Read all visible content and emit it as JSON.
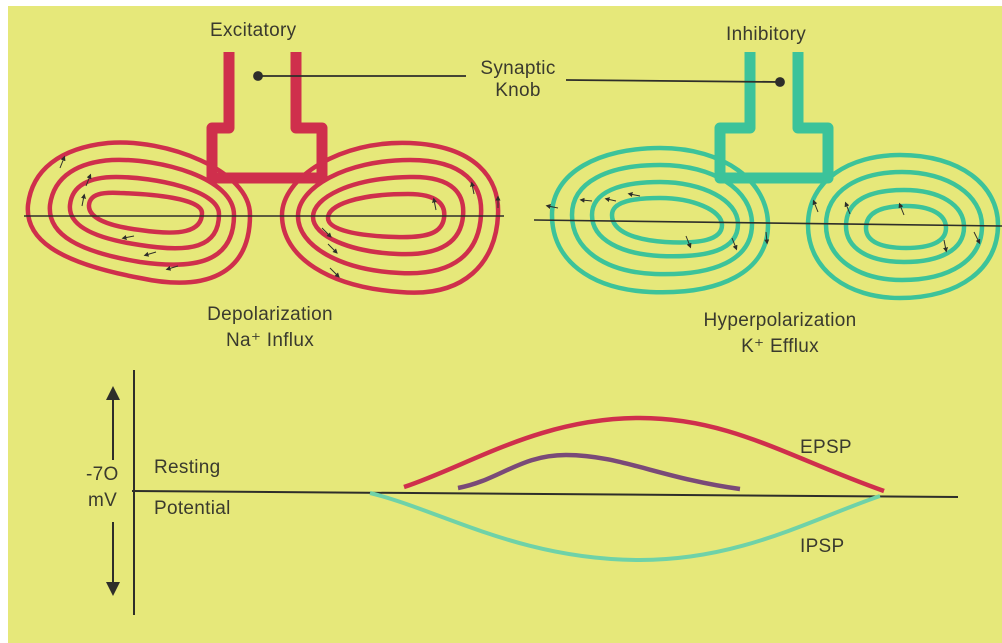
{
  "labels": {
    "excitatory": "Excitatory",
    "inhibitory": "Inhibitory",
    "synaptic": "Synaptic",
    "knob": "Knob",
    "depolarization": "Depolarization",
    "na_influx": "Na⁺ Influx",
    "hyperpolarization": "Hyperpolarization",
    "k_efflux": "K⁺ Efflux",
    "minus70": "-7O",
    "mv": "mV",
    "resting": "Resting",
    "potential": "Potential",
    "epsp": "EPSP",
    "ipsp": "IPSP"
  },
  "colors": {
    "background": "#e6e87a",
    "excitatory": "#cf2f4c",
    "inhibitory": "#3cc39a",
    "weak_epsp": "#7a4a78",
    "ink": "#2e2e2a",
    "text": "#3a3a2e"
  }
}
